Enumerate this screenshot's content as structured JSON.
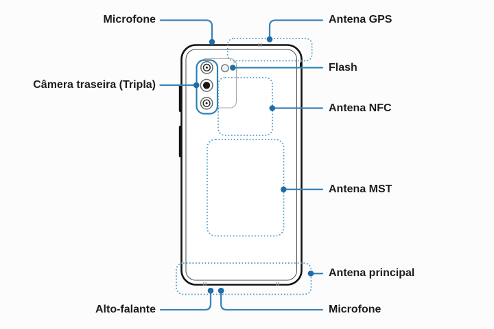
{
  "diagram": {
    "description": "Rear view diagram of a smartphone with labeled hardware parts",
    "labels": {
      "microfone_top": "Microfone",
      "antena_gps": "Antena GPS",
      "camera_traseira": "Câmera traseira (Tripla)",
      "flash": "Flash",
      "antena_nfc": "Antena NFC",
      "antena_mst": "Antena MST",
      "antena_principal": "Antena principal",
      "alto_falante": "Alto-falante",
      "microfone_bottom": "Microfone"
    },
    "colors": {
      "leader_line": "#3a84b5",
      "leader_dot": "#1f6da6",
      "antenna_dotted": "#4e9ccf",
      "camera_module_stroke": "#2f7fb4",
      "phone_outline": "#141414",
      "text": "#1c1c1e",
      "background": "#fcfcfc"
    }
  }
}
